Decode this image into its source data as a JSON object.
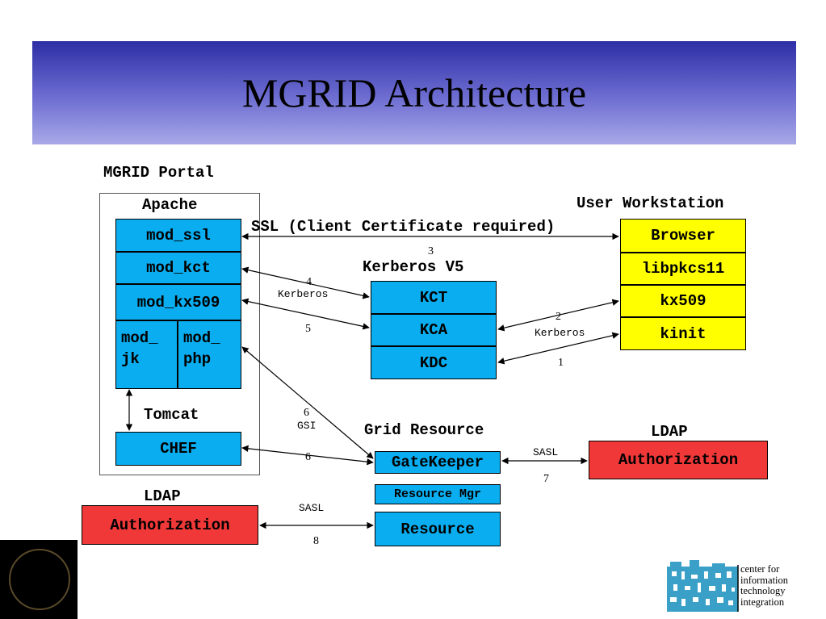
{
  "title": "MGRID Architecture",
  "portal": {
    "label": "MGRID Portal",
    "apache": "Apache",
    "mod_ssl": "mod_ssl",
    "mod_kct": "mod_kct",
    "mod_kx509": "mod_kx509",
    "mod_jk": "mod_\njk",
    "mod_php": "mod_\nphp",
    "tomcat": "Tomcat",
    "chef": "CHEF"
  },
  "workstation": {
    "label": "User Workstation",
    "browser": "Browser",
    "libpkcs11": "libpkcs11",
    "kx509": "kx509",
    "kinit": "kinit"
  },
  "kerberos": {
    "label": "Kerberos V5",
    "kct": "KCT",
    "kca": "KCA",
    "kdc": "KDC"
  },
  "grid": {
    "label": "Grid Resource",
    "gatekeeper": "GateKeeper",
    "resource_mgr": "Resource Mgr",
    "resource": "Resource"
  },
  "ldap_right": {
    "label": "LDAP",
    "authorization": "Authorization"
  },
  "ldap_left": {
    "label": "LDAP",
    "authorization": "Authorization"
  },
  "connections": {
    "ssl": "SSL (Client Certificate required)",
    "n3": "3",
    "n4": "4",
    "kerberos_4": "Kerberos",
    "n5": "5",
    "n2": "2",
    "kerberos_2": "Kerberos",
    "n1": "1",
    "n6_gsi": "6",
    "gsi": "GSI",
    "n6_chef": "6",
    "sasl_7": "SASL",
    "n7": "7",
    "sasl_8": "SASL",
    "n8": "8"
  },
  "logo": {
    "text": "center for\ninformation\ntechnology\nintegration"
  },
  "colors": {
    "module_blue": "#0aaef0",
    "workstation_yellow": "#ffff00",
    "ldap_red": "#f03838"
  }
}
